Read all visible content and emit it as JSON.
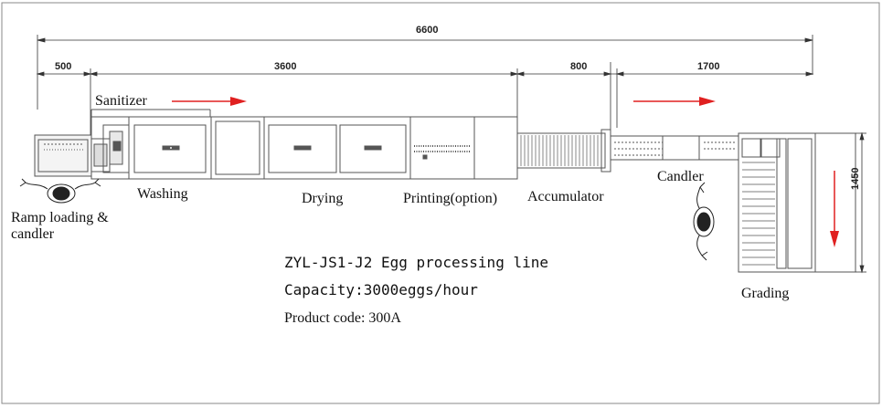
{
  "dimensions": {
    "total": "6600",
    "ramp": "500",
    "washing_drying_printing": "3600",
    "accumulator": "800",
    "candler_grading": "1700",
    "height": "1450"
  },
  "stations": {
    "sanitizer": "Sanitizer",
    "washing": "Washing",
    "drying": "Drying",
    "printing": "Printing(option)",
    "accumulator": "Accumulator",
    "candler": "Candler",
    "ramp_line1": "Ramp loading &",
    "ramp_line2": "candler",
    "grading": "Grading"
  },
  "info": {
    "model": "ZYL-JS1-J2 Egg processing line",
    "capacity": "Capacity:3000eggs/hour",
    "product_code": "Product code: 300A"
  },
  "colors": {
    "arrow": "#e02020",
    "line": "#555555",
    "border": "#888888"
  }
}
